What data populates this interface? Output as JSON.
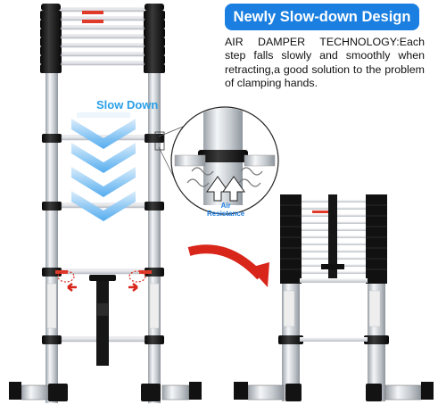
{
  "header": {
    "title": "Newly Slow-down Design"
  },
  "description": {
    "text": "AIR DAMPER TECHNOLOGY:Each step falls slowly and smoothly when retracting,a good solution to the problem of clamping hands."
  },
  "left_ladder": {
    "arrow_label": "Slow Down"
  },
  "zoom_callout": {
    "label_line1": "Air",
    "label_line2": "Resistance"
  },
  "colors": {
    "badge": "#1a7fe0",
    "arrow_red": "#d8261b",
    "arrow_blue": "#4aa8ee",
    "aluminum": "#c9ced3",
    "black": "#141414"
  }
}
